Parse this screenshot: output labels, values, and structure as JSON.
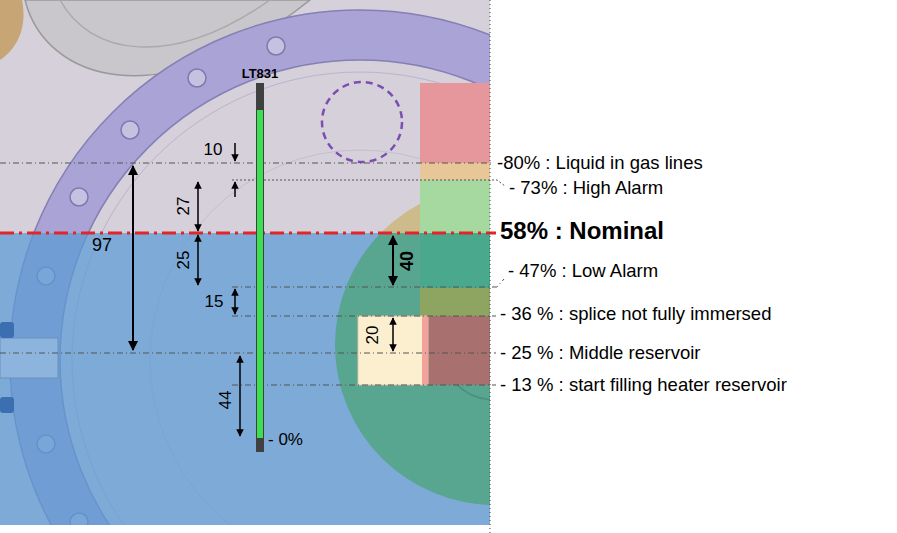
{
  "diagram": {
    "labels": [
      "LT831",
      "10",
      "-80% : Liquid in gas lines",
      "- 73% : High Alarm",
      "27",
      "97",
      "58% : Nominal",
      "25",
      "40",
      "- 47% : Low Alarm",
      "15",
      "- 36 % : splice not fully immersed",
      "20",
      "- 25 % : Middle reservoir",
      "44",
      "- 13 % : start filling heater reservoir",
      "- 0%"
    ]
  }
}
